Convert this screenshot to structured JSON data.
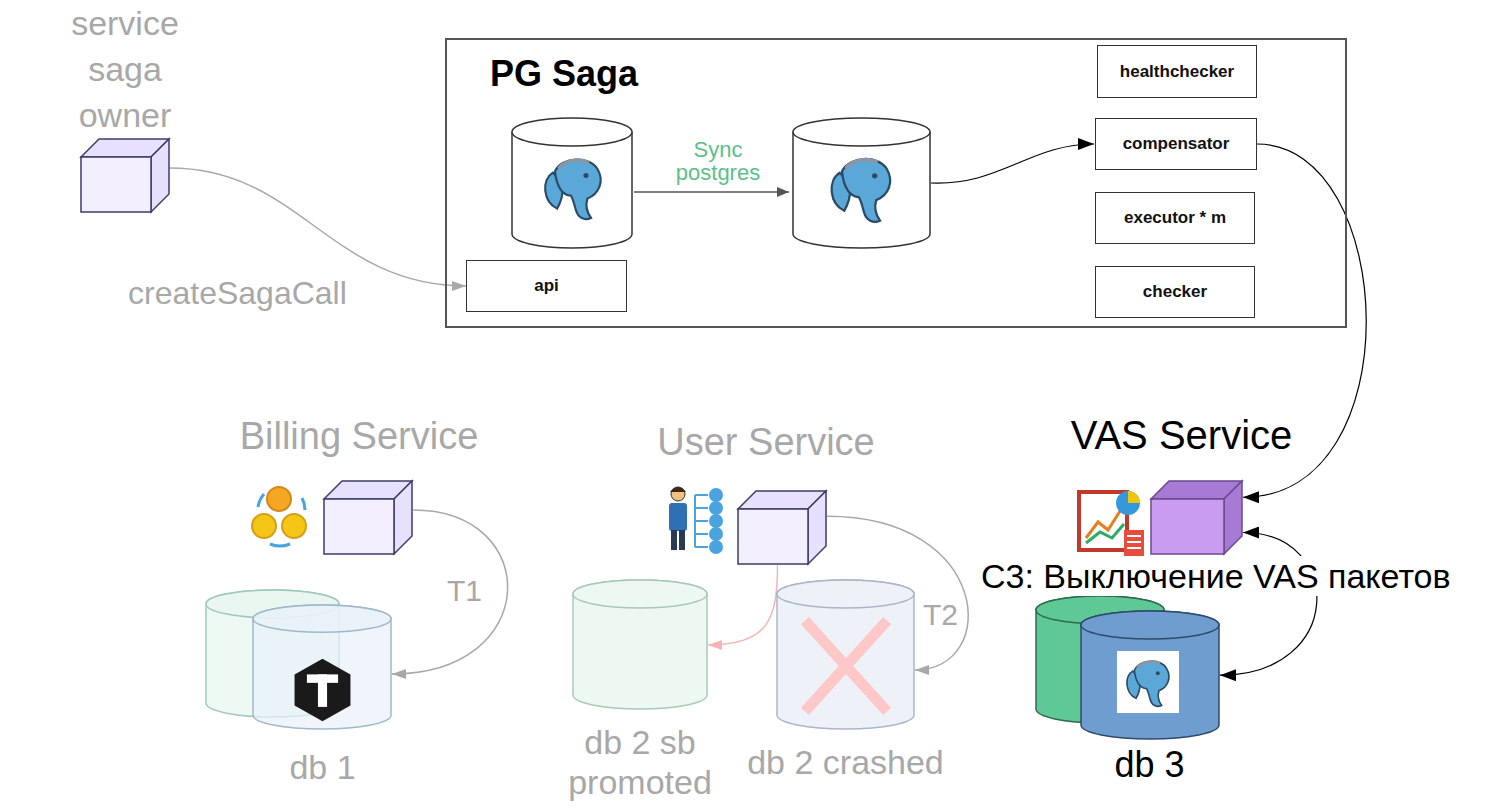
{
  "diagram": {
    "nodes": [
      {
        "text": [
          "service saga owner"
        ]
      },
      {
        "text": [
          "PG Saga"
        ]
      },
      {
        "text": [
          "healthchecker"
        ],
        "in": 1
      },
      {
        "text": [
          "compensator"
        ],
        "in": 1
      },
      {
        "text": [
          "executor * m"
        ],
        "in": 1
      },
      {
        "text": [
          "api"
        ],
        "in": 1
      },
      {
        "text": [
          "checker"
        ],
        "in": 1
      },
      {
        "text": [
          "Billing Service"
        ]
      },
      {
        "text": [
          "db 1"
        ]
      },
      {
        "text": [
          "User Service"
        ]
      },
      {
        "text": [
          "db 2 sb promoted"
        ]
      },
      {
        "text": [
          "db 2 crashed"
        ]
      },
      {
        "text": [
          "VAS Service"
        ]
      },
      {
        "text": [
          "db 3"
        ]
      }
    ],
    "edges": [
      {
        "from": 0,
        "to": 5,
        "label": "createSagaCall",
        "arrow": "to"
      },
      {
        "from": 3,
        "to": 12,
        "arrow": "to"
      },
      {
        "from": 7,
        "to": 8,
        "label": "T1",
        "arrow": "to"
      },
      {
        "from": 9,
        "to": 10,
        "arrow": "to"
      },
      {
        "from": 9,
        "to": 11,
        "label": "T2",
        "arrow": "to"
      },
      {
        "from": 12,
        "to": 13,
        "arrow": "both"
      }
    ],
    "labels": [
      "Sync postgres",
      "C3: Выключение VAS пакетов"
    ]
  }
}
